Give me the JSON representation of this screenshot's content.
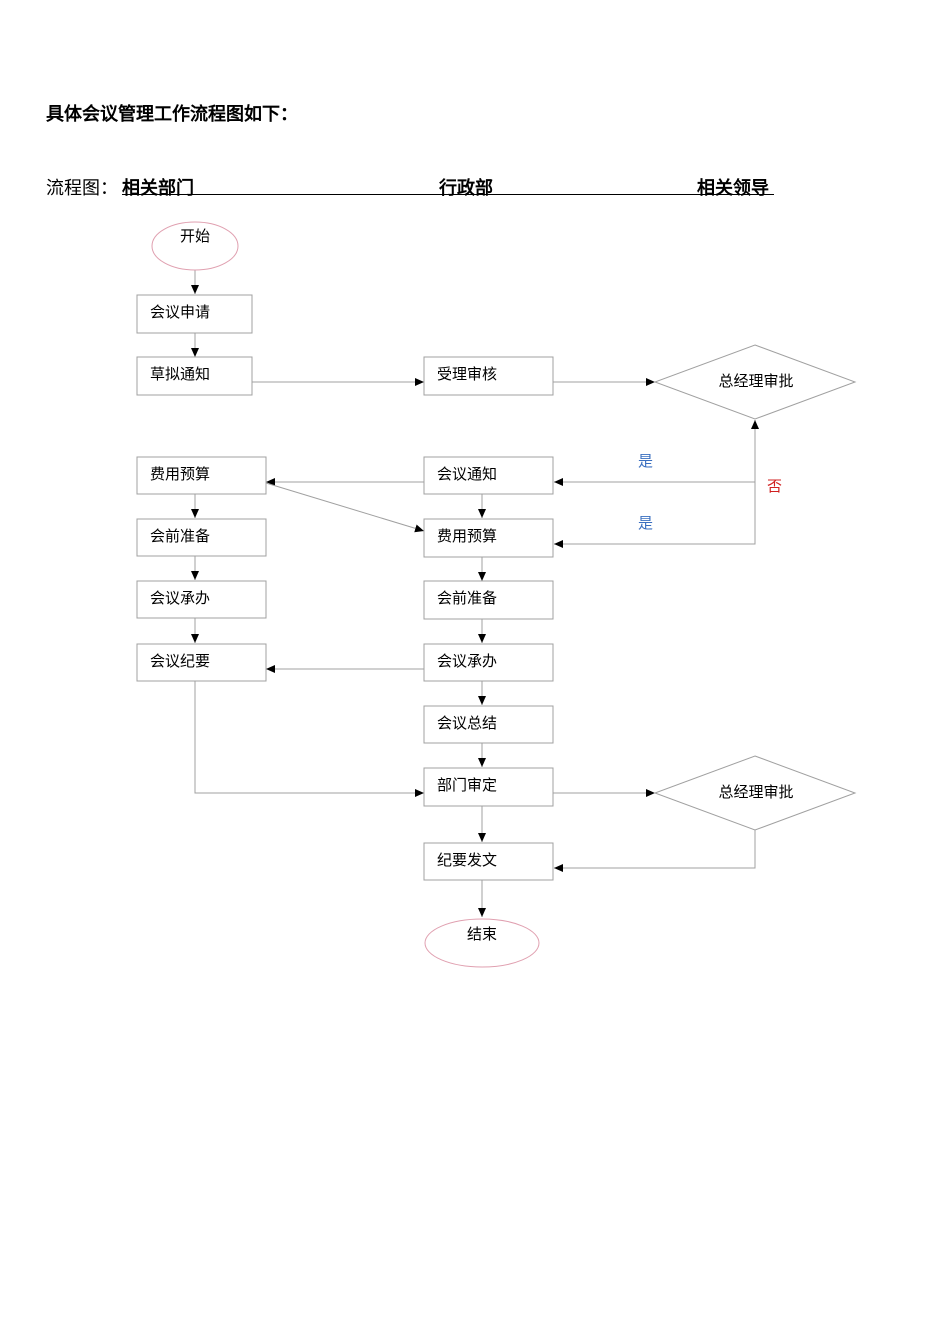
{
  "title": "具体会议管理工作流程图如下：",
  "header": {
    "label": "流程图：",
    "lanes": [
      "相关部门",
      "行政部",
      "相关领导"
    ]
  },
  "nodes": {
    "start": "开始",
    "apply": "会议申请",
    "draft_notice": "草拟通知",
    "receive_review": "受理审核",
    "gm_approve_1": "总经理审批",
    "dept_budget": "费用预算",
    "meeting_notice": "会议通知",
    "admin_budget": "费用预算",
    "dept_prep": "会前准备",
    "admin_prep": "会前准备",
    "dept_host": "会议承办",
    "admin_host": "会议承办",
    "dept_minutes": "会议纪要",
    "admin_summary": "会议总结",
    "dept_review": "部门审定",
    "gm_approve_2": "总经理审批",
    "publish": "纪要发文",
    "end": "结束"
  },
  "branches": {
    "yes_1": "是",
    "yes_2": "是",
    "no": "否"
  },
  "colors": {
    "line": "#a0a0a0",
    "box_border": "#a0a0a0",
    "oval_border": "#e0a0b0",
    "yes": "#3a6fc0",
    "no": "#d02020"
  }
}
